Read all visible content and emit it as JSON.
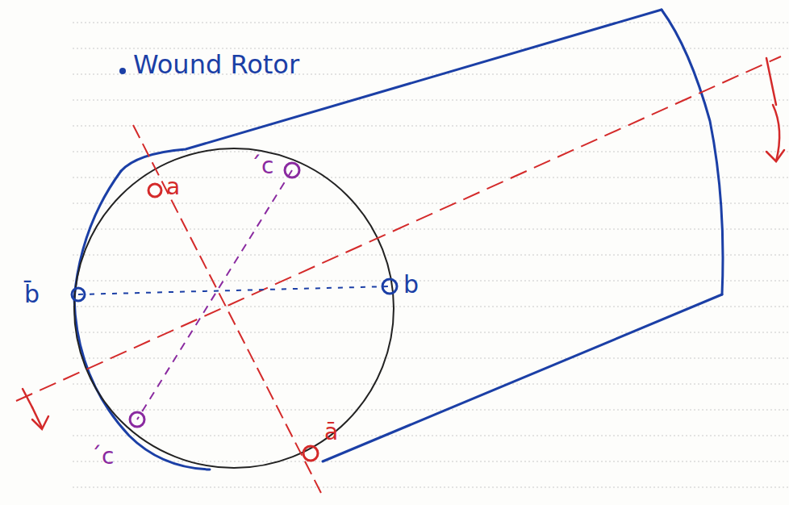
{
  "diagram": {
    "labels": [
      "Wound Rotor",
      "a",
      "´c",
      "b̄",
      "b",
      "´c",
      "ā"
    ]
  }
}
